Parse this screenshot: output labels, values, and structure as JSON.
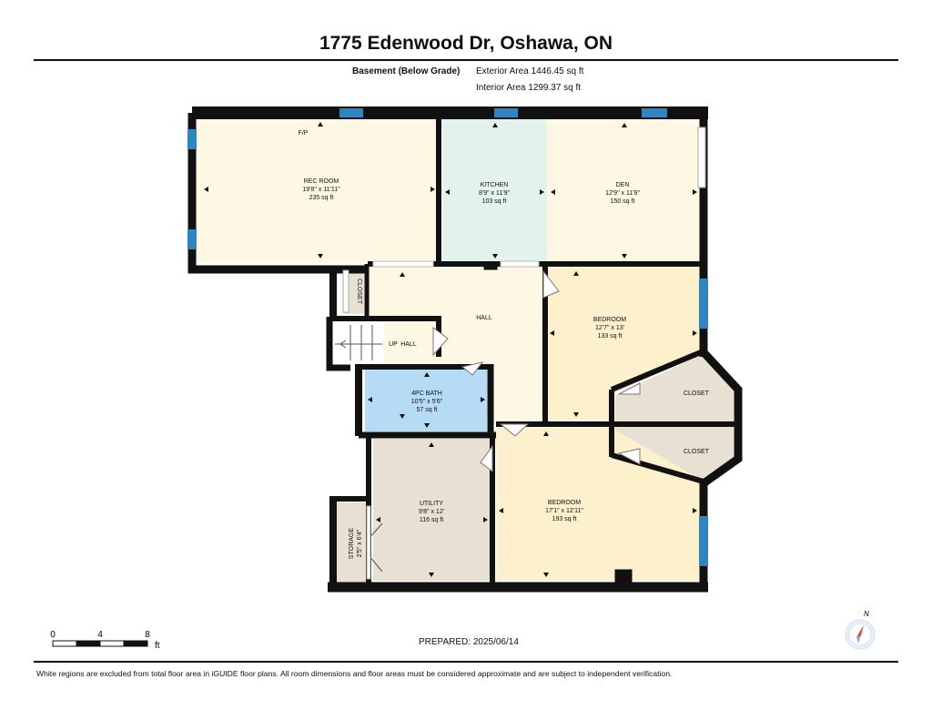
{
  "header": {
    "title": "1775 Edenwood Dr, Oshawa, ON",
    "level": "Basement (Below Grade)",
    "exterior_area": "Exterior Area 1446.45 sq ft",
    "interior_area": "Interior Area 1299.37 sq ft"
  },
  "colors": {
    "wall": "#111111",
    "window": "#2e86c1",
    "rec_room": "#fdf8e4",
    "kitchen": "#e3f2ec",
    "den": "#fdf8e4",
    "hall": "#fdf8e4",
    "bedroom": "#fdf0cc",
    "bath": "#b6dcf5",
    "utility": "#e8e0d2",
    "closet": "#e8e0d2",
    "north_arrow": "#e53935"
  },
  "rooms": {
    "rec_room": {
      "name": "REC ROOM",
      "dims": "19'8\" x 11'11\"",
      "area": "235 sq ft"
    },
    "fireplace": {
      "label": "F/P"
    },
    "kitchen": {
      "name": "KITCHEN",
      "dims": "8'9\" x 11'9\"",
      "area": "103 sq ft"
    },
    "den": {
      "name": "DEN",
      "dims": "12'9\" x 11'9\"",
      "area": "150 sq ft"
    },
    "closet_small": {
      "name": "CLOSET"
    },
    "hall_main": {
      "name": "HALL"
    },
    "hall_small": {
      "name": "HALL"
    },
    "stairs": {
      "label": "UP"
    },
    "bedroom_1": {
      "name": "BEDROOM",
      "dims": "12'7\" x 13'",
      "area": "133 sq ft"
    },
    "closet_upper": {
      "name": "CLOSET"
    },
    "closet_lower": {
      "name": "CLOSET"
    },
    "bath": {
      "name": "4PC BATH",
      "dims": "10'5\" x 5'6\"",
      "area": "57 sq ft"
    },
    "utility": {
      "name": "UTILITY",
      "dims": "9'8\" x 12'",
      "area": "116 sq ft"
    },
    "storage": {
      "name": "STORAGE",
      "dims": "2'5\" x 6'4\""
    },
    "bedroom_2": {
      "name": "BEDROOM",
      "dims": "17'1\" x 12'11\"",
      "area": "193 sq ft"
    }
  },
  "scale_bar": {
    "labels": [
      "0",
      "4",
      "8"
    ],
    "unit": "ft"
  },
  "compass": {
    "label": "N",
    "icon": "north-arrow-icon"
  },
  "prepared": "PREPARED: 2025/06/14",
  "footer": "White regions are excluded from total floor area in iGUIDE floor plans. All room dimensions and floor areas must be considered approximate and are subject to independent verification."
}
